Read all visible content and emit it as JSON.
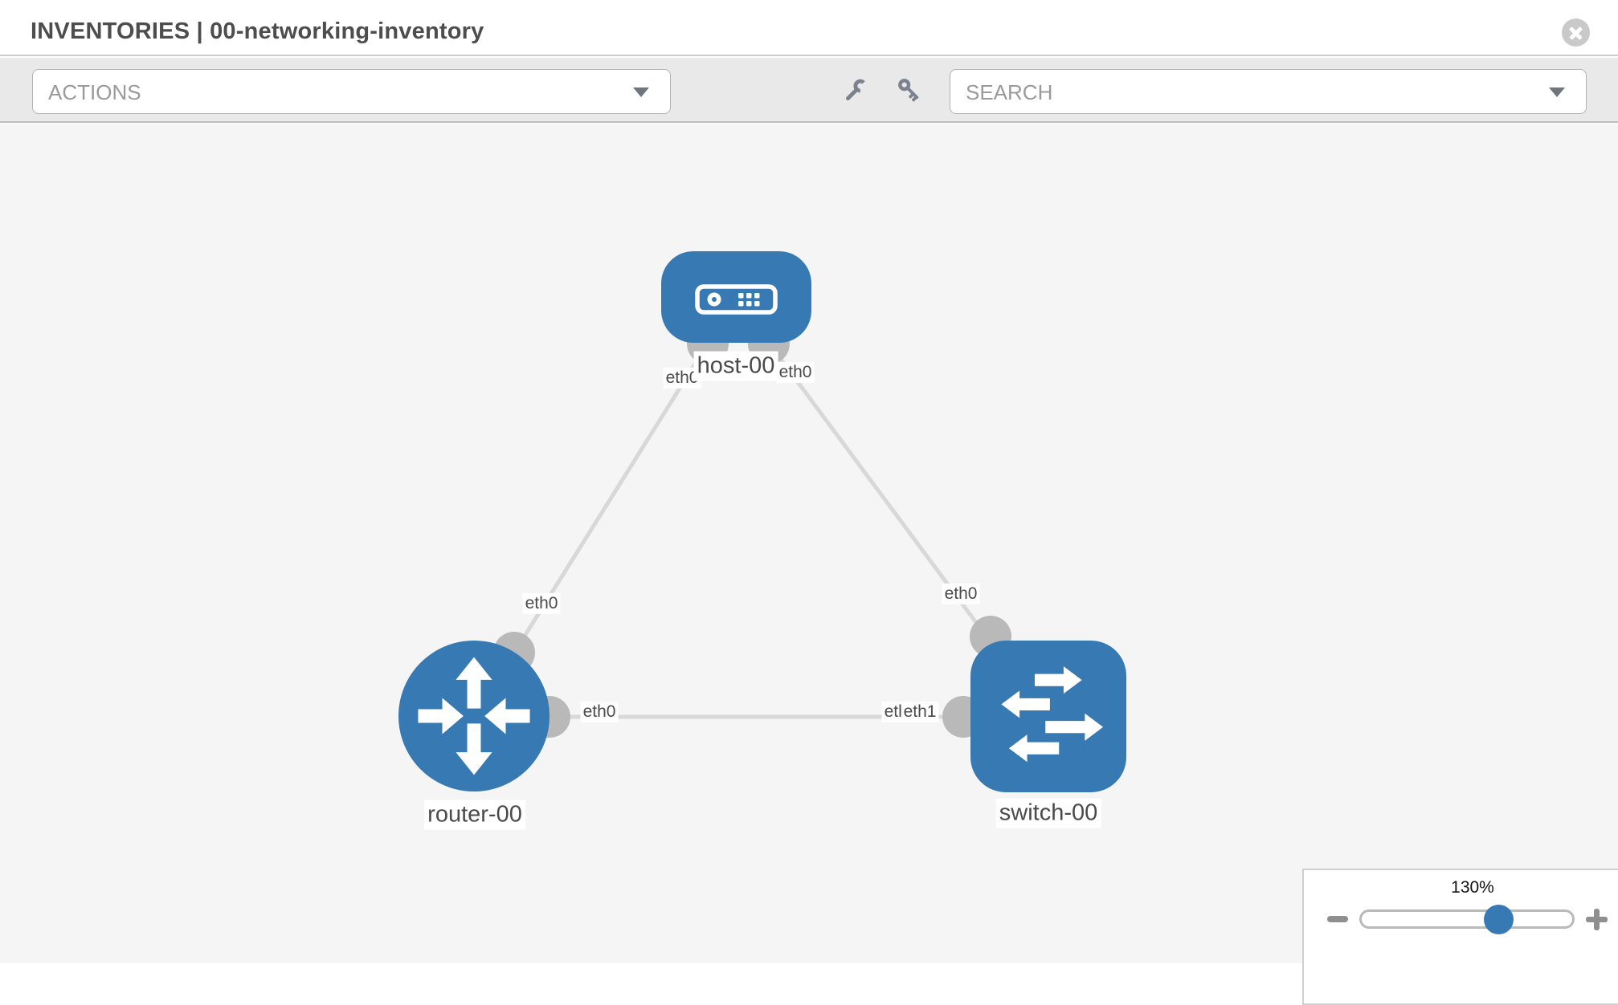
{
  "header": {
    "title": "INVENTORIES | 00-networking-inventory"
  },
  "toolbar": {
    "actions_label": "ACTIONS",
    "search_label": "SEARCH",
    "icons": [
      "wrench-icon",
      "key-icon"
    ]
  },
  "topology": {
    "nodes": [
      {
        "id": "host-00",
        "type": "host",
        "label": "host-00"
      },
      {
        "id": "router-00",
        "type": "router",
        "label": "router-00"
      },
      {
        "id": "switch-00",
        "type": "switch",
        "label": "switch-00"
      }
    ],
    "links": [
      {
        "from": "host-00",
        "to": "router-00"
      },
      {
        "from": "host-00",
        "to": "switch-00"
      },
      {
        "from": "router-00",
        "to": "switch-00"
      }
    ],
    "interface_labels": {
      "host_left": "eth0",
      "host_right": "eth0",
      "router_top": "eth0",
      "router_right": "eth0",
      "switch_top": "eth0",
      "switch_left_back": "eth0",
      "switch_left_front": "eth1"
    }
  },
  "zoom_control": {
    "level": "130%"
  },
  "colors": {
    "node_fill": "#377ab3",
    "link": "#d8d8d8",
    "interface_dot": "#b9b9b9",
    "toolbar_bg": "#e9e9e9",
    "canvas_bg": "#f5f5f5",
    "label_text": "#4a4a4a"
  }
}
